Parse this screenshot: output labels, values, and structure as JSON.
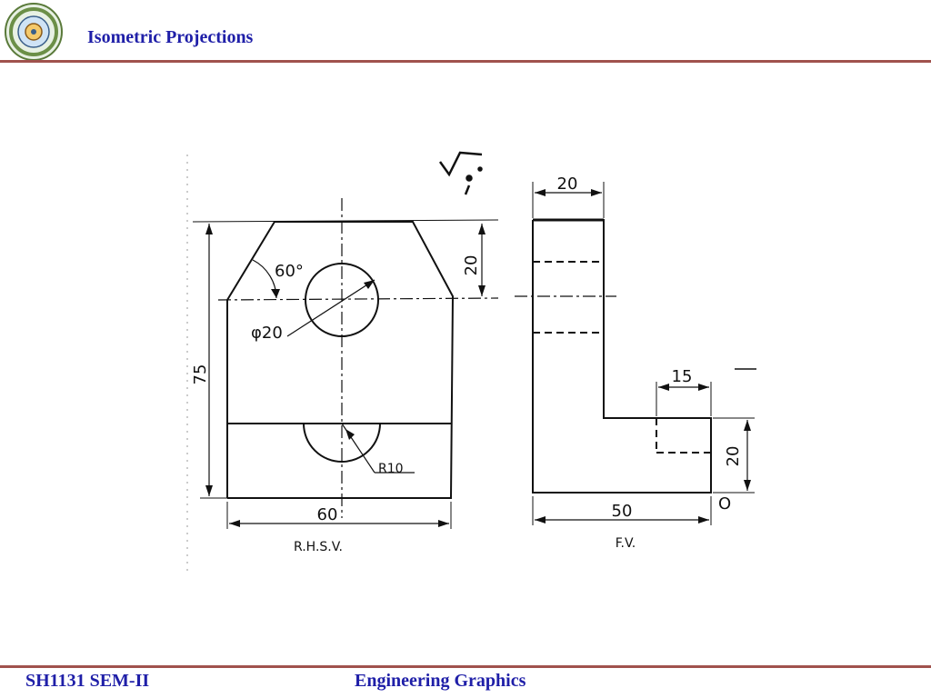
{
  "header": {
    "title": "Isometric Projections",
    "logo_icon": "institute-seal-icon"
  },
  "footer": {
    "left": "SH1131 SEM-II",
    "right": "Engineering Graphics"
  },
  "colors": {
    "title_text": "#1f1fa8",
    "rule": "#a0524d",
    "footer_text": "#1f1fa8",
    "ink": "#111111"
  },
  "drawing": {
    "side_view": {
      "label": "R.H.S.V.",
      "dim_height": "75",
      "dim_width": "60",
      "dim_top": "20",
      "dim_angle": "60°",
      "dim_hole": "φ20",
      "dim_radius": "R10"
    },
    "front_view": {
      "label": "F.V.",
      "dim_top_width": "20",
      "dim_step_width": "15",
      "dim_step_height": "20",
      "dim_base_width": "50",
      "origin_mark": "O"
    }
  }
}
